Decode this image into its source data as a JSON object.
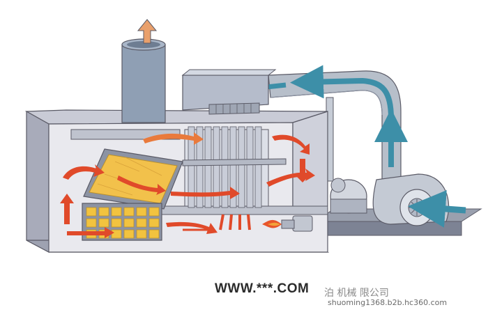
{
  "watermark": {
    "main_text": "WWW.***.COM",
    "company_text": "泊      机械      限公司",
    "url_text": "shuoming1368.b2b.hc360.com"
  },
  "colors": {
    "housing_outline": "#5a5a66",
    "housing_top": "#c9cbd6",
    "housing_side": "#a8abba",
    "interior_back": "#e9e9ee",
    "chimney": "#8f9fb4",
    "duct": "#b7bfca",
    "flow_arrow_blue": "#3d8fa8",
    "flow_arrow_red": "#e04a2a",
    "flow_arrow_orange": "#e97a3c",
    "heater_panel": "#f2c14b",
    "grid_block": "#f2c33f",
    "burner_flame": "#e8552b",
    "tube": "#c9cdd8"
  },
  "icons": {
    "exhaust_arrow": "up-arrow-icon",
    "burner": "flame-icon",
    "fan": "fan-icon"
  }
}
